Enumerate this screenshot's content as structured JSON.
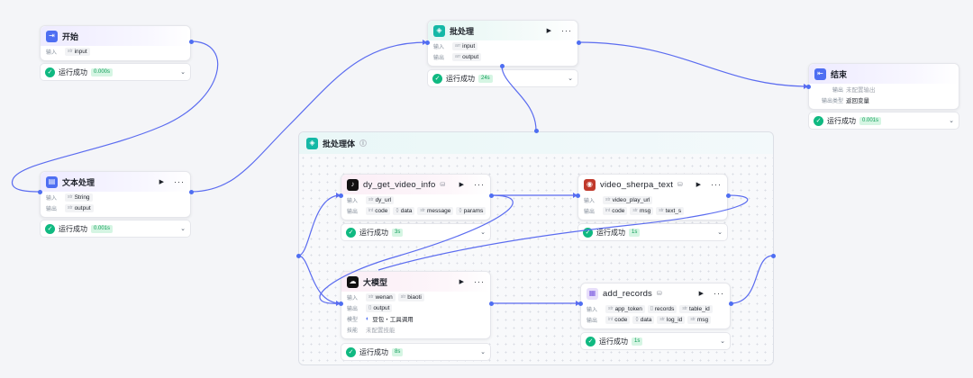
{
  "group": {
    "title": "批处理体"
  },
  "nodes": {
    "start": {
      "title": "开始",
      "rows": [
        {
          "label": "输入",
          "tags": [
            {
              "type": "str",
              "name": "input"
            }
          ]
        }
      ],
      "status": "运行成功",
      "duration": "0.000s"
    },
    "text_process": {
      "title": "文本处理",
      "rows": [
        {
          "label": "输入",
          "tags": [
            {
              "type": "str",
              "name": "String"
            }
          ]
        },
        {
          "label": "输出",
          "tags": [
            {
              "type": "str",
              "name": "output"
            }
          ]
        }
      ],
      "status": "运行成功",
      "duration": "0.001s"
    },
    "batch": {
      "title": "批处理",
      "rows": [
        {
          "label": "输入",
          "tags": [
            {
              "type": "arr",
              "name": "input"
            }
          ]
        },
        {
          "label": "输出",
          "tags": [
            {
              "type": "arr",
              "name": "output"
            }
          ]
        }
      ],
      "status": "运行成功",
      "duration": "24s"
    },
    "end": {
      "title": "结束",
      "output_label": "输出",
      "output_value": "未配置输出",
      "type_label": "输出类型",
      "type_value": "返回变量",
      "status": "运行成功",
      "duration": "0.001s"
    },
    "dy": {
      "title": "dy_get_video_info",
      "rows": [
        {
          "label": "输入",
          "tags": [
            {
              "type": "str",
              "name": "dy_url"
            }
          ]
        },
        {
          "label": "输出",
          "tags": [
            {
              "type": "int",
              "name": "code"
            },
            {
              "type": "{}",
              "name": "data"
            },
            {
              "type": "str",
              "name": "message"
            },
            {
              "type": "{}",
              "name": "params"
            }
          ]
        }
      ],
      "status": "运行成功",
      "duration": "3s"
    },
    "sherpa": {
      "title": "video_sherpa_text",
      "rows": [
        {
          "label": "输入",
          "tags": [
            {
              "type": "str",
              "name": "video_play_url"
            }
          ]
        },
        {
          "label": "输出",
          "tags": [
            {
              "type": "int",
              "name": "code"
            },
            {
              "type": "str",
              "name": "msg"
            },
            {
              "type": "str",
              "name": "text_s"
            }
          ]
        }
      ],
      "status": "运行成功",
      "duration": "1s"
    },
    "llm": {
      "title": "大模型",
      "rows": [
        {
          "label": "输入",
          "tags": [
            {
              "type": "str",
              "name": "wenan"
            },
            {
              "type": "str",
              "name": "biaoti"
            }
          ]
        },
        {
          "label": "输出",
          "tags": [
            {
              "type": "{}",
              "name": "output"
            }
          ]
        }
      ],
      "model_label": "模型",
      "model_value": "豆包・工具调用",
      "skill_label": "技能",
      "skill_value": "未配置技能",
      "status": "运行成功",
      "duration": "8s"
    },
    "records": {
      "title": "add_records",
      "rows": [
        {
          "label": "输入",
          "tags": [
            {
              "type": "str",
              "name": "app_token"
            },
            {
              "type": "[]",
              "name": "records"
            },
            {
              "type": "str",
              "name": "table_id"
            }
          ]
        },
        {
          "label": "输出",
          "tags": [
            {
              "type": "int",
              "name": "code"
            },
            {
              "type": "{}",
              "name": "data"
            },
            {
              "type": "str",
              "name": "log_id"
            },
            {
              "type": "str",
              "name": "msg"
            }
          ]
        }
      ],
      "status": "运行成功",
      "duration": "1s"
    }
  },
  "colors": {
    "wire": "#5b6cf0",
    "success": "#10b981",
    "accent": "#4e6ef2"
  }
}
